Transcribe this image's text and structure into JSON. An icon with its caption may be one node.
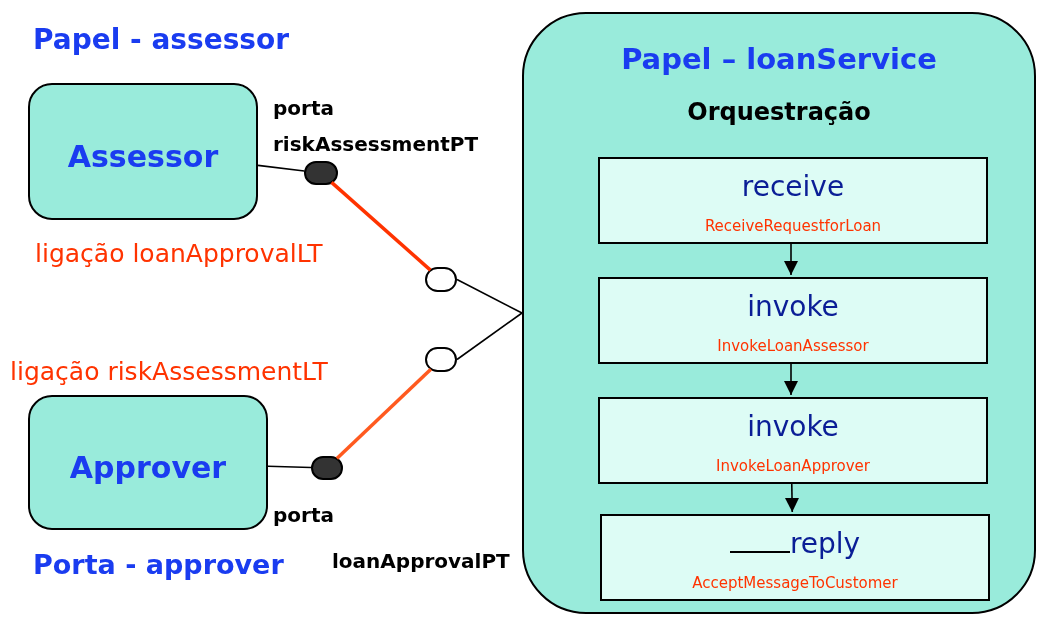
{
  "diagram": {
    "nodes": [
      {
        "text": [
          "Papel – loanService",
          "Orquestração"
        ]
      },
      {
        "text": [
          "receive",
          "ReceiveRequestforLoan"
        ],
        "in": 0
      },
      {
        "text": [
          "invoke",
          "InvokeLoanAssessor"
        ],
        "in": 0
      },
      {
        "text": [
          "invoke",
          "InvokeLoanApprover"
        ],
        "in": 0
      },
      {
        "text": [
          "reply",
          "AcceptMessageToCustomer"
        ],
        "in": 0
      },
      {
        "text": [
          "Assessor"
        ]
      },
      {
        "text": [
          "Approver"
        ]
      },
      {
        "text": [],
        "shape": "circle"
      },
      {
        "text": [],
        "shape": "circle"
      },
      {
        "text": [],
        "shape": "circle"
      },
      {
        "text": [],
        "shape": "circle"
      }
    ],
    "edges": [
      {
        "from": 1,
        "to": 2,
        "arrow": "to"
      },
      {
        "from": 2,
        "to": 3,
        "arrow": "to"
      },
      {
        "from": 3,
        "to": 4,
        "arrow": "to"
      },
      {
        "from": 5,
        "to": 7,
        "arrow": "none"
      },
      {
        "from": 7,
        "to": 8,
        "arrow": "none",
        "style": "thick",
        "color": "#ff3300"
      },
      {
        "from": 8,
        "to": 0,
        "arrow": "none"
      },
      {
        "from": 9,
        "to": 0,
        "arrow": "none"
      },
      {
        "from": 6,
        "to": 10,
        "arrow": "none"
      },
      {
        "from": 10,
        "to": 9,
        "arrow": "none",
        "style": "thick",
        "color": "#ff5a1f"
      }
    ],
    "labels": [
      "Papel - assessor",
      "porta",
      "riskAssessmentPT",
      "ligação loanApprovalLT",
      "ligação riskAssessmentLT",
      "porta",
      "loanApprovalPT",
      "Porta - approver"
    ]
  }
}
